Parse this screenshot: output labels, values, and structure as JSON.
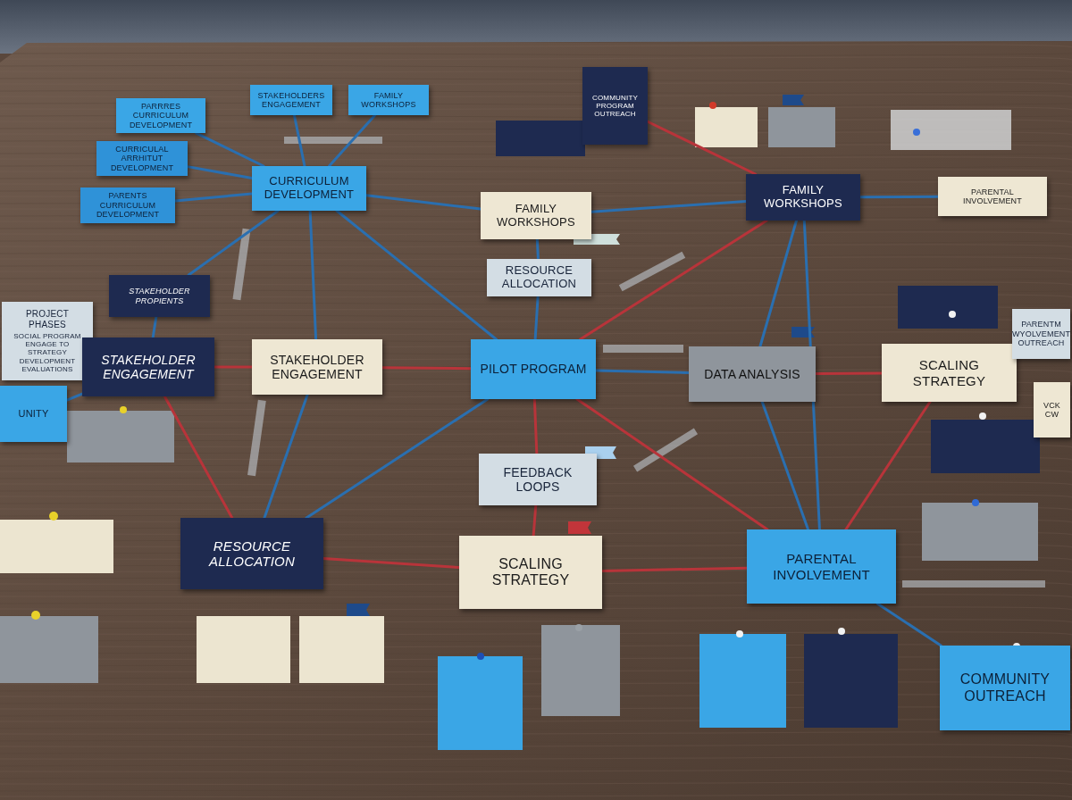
{
  "diagram": {
    "nodes": [
      {
        "text": [
          "PARRRES CURRICULUM DEVELOPMENT"
        ]
      },
      {
        "text": [
          "STAKEHOLDERS ENGAGEMENT"
        ]
      },
      {
        "text": [
          "FAMILY WORKSHOPS"
        ]
      },
      {
        "text": [
          "CURRICULAL ARRHITUT DEVELOPMENT"
        ]
      },
      {
        "text": [
          "PARENTS CURRICULUM DEVELOPMENT"
        ]
      },
      {
        "text": [
          "CURRICULUM DEVELOPMENT"
        ]
      },
      {
        "text": [
          "COMMUNITY PROGRAM OUTREACH"
        ]
      },
      {
        "text": [
          "FAMILY WORKSHOPS"
        ]
      },
      {
        "text": [
          "RESOURCE ALLOCATION"
        ]
      },
      {
        "text": [
          "FAMILY WORKSHOPS"
        ]
      },
      {
        "text": [
          "PARENTAL INVOLVEMENT"
        ]
      },
      {
        "text": [
          "STAKEHOLDER PROPIENTS"
        ]
      },
      {
        "text": [
          "PROJECT PHASES",
          "SOCIAL PROGRAM ENGAGE TO STRATEGY DEVELOPMENT EVALUATIONS"
        ]
      },
      {
        "text": [
          "STAKEHOLDER ENGAGEMENT"
        ]
      },
      {
        "text": [
          "STAKEHOLDER ENGAGEMENT"
        ]
      },
      {
        "text": [
          "UNITY"
        ]
      },
      {
        "text": [
          "PILOT PROGRAM"
        ]
      },
      {
        "text": [
          "DATA ANALYSIS"
        ]
      },
      {
        "text": [
          "SCALING STRATEGY"
        ]
      },
      {
        "text": [
          "PARENTM WYOLVEMENT OUTREACH"
        ]
      },
      {
        "text": [
          "VCK CW"
        ]
      },
      {
        "text": [
          "FEEDBACK LOOPS"
        ]
      },
      {
        "text": [
          "RESOURCE ALLOCATION"
        ]
      },
      {
        "text": [
          "SCALING STRATEGY"
        ]
      },
      {
        "text": [
          "PARENTAL INVOLVEMENT"
        ]
      },
      {
        "text": [
          "COMMUNITY OUTREACH"
        ]
      }
    ],
    "edges": [
      {
        "from": 0,
        "to": 5,
        "arrow": "none"
      },
      {
        "from": 1,
        "to": 5,
        "arrow": "none"
      },
      {
        "from": 2,
        "to": 5,
        "arrow": "none"
      },
      {
        "from": 3,
        "to": 5,
        "arrow": "none"
      },
      {
        "from": 4,
        "to": 5,
        "arrow": "none"
      },
      {
        "from": 5,
        "to": 7,
        "arrow": "none"
      },
      {
        "from": 5,
        "to": 16,
        "arrow": "none"
      },
      {
        "from": 5,
        "to": 11,
        "arrow": "none"
      },
      {
        "from": 5,
        "to": 14,
        "arrow": "none"
      },
      {
        "from": 6,
        "to": 9,
        "arrow": "none"
      },
      {
        "from": 7,
        "to": 9,
        "arrow": "none"
      },
      {
        "from": 7,
        "to": 8,
        "arrow": "none"
      },
      {
        "from": 8,
        "to": 16,
        "arrow": "none"
      },
      {
        "from": 9,
        "to": 10,
        "arrow": "none"
      },
      {
        "from": 9,
        "to": 16,
        "arrow": "none"
      },
      {
        "from": 9,
        "to": 17,
        "arrow": "none"
      },
      {
        "from": 9,
        "to": 24,
        "arrow": "none"
      },
      {
        "from": 11,
        "to": 13,
        "arrow": "none"
      },
      {
        "from": 12,
        "to": 13,
        "arrow": "none"
      },
      {
        "from": 15,
        "to": 13,
        "arrow": "none"
      },
      {
        "from": 13,
        "to": 14,
        "arrow": "none"
      },
      {
        "from": 13,
        "to": 22,
        "arrow": "none"
      },
      {
        "from": 14,
        "to": 16,
        "arrow": "none"
      },
      {
        "from": 14,
        "to": 22,
        "arrow": "none"
      },
      {
        "from": 16,
        "to": 17,
        "arrow": "none"
      },
      {
        "from": 16,
        "to": 21,
        "arrow": "none"
      },
      {
        "from": 16,
        "to": 22,
        "arrow": "none"
      },
      {
        "from": 16,
        "to": 24,
        "arrow": "none"
      },
      {
        "from": 17,
        "to": 18,
        "arrow": "none"
      },
      {
        "from": 17,
        "to": 24,
        "arrow": "none"
      },
      {
        "from": 18,
        "to": 19,
        "arrow": "none"
      },
      {
        "from": 18,
        "to": 24,
        "arrow": "none"
      },
      {
        "from": 21,
        "to": 23,
        "arrow": "none"
      },
      {
        "from": 22,
        "to": 23,
        "arrow": "none"
      },
      {
        "from": 23,
        "to": 24,
        "arrow": "none"
      },
      {
        "from": 24,
        "to": 25,
        "arrow": "none"
      }
    ]
  }
}
